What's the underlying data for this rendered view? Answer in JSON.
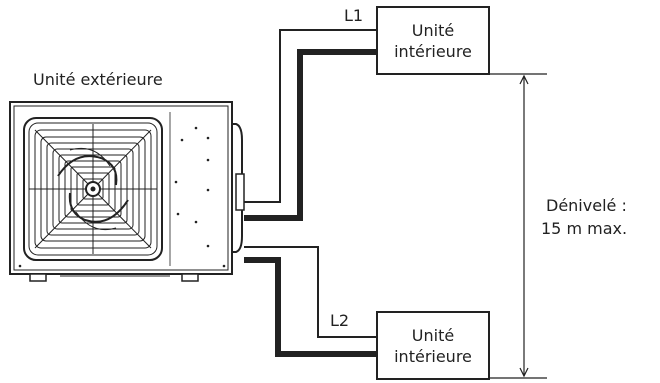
{
  "outdoor_unit": {
    "label": "Unité extérieure"
  },
  "indoor_unit_1": {
    "line1": "Unité",
    "line2": "intérieure",
    "pipe_label": "L1"
  },
  "indoor_unit_2": {
    "line1": "Unité",
    "line2": "intérieure",
    "pipe_label": "L2"
  },
  "height_difference": {
    "line1": "Dénivelé :",
    "line2": "15 m max."
  }
}
